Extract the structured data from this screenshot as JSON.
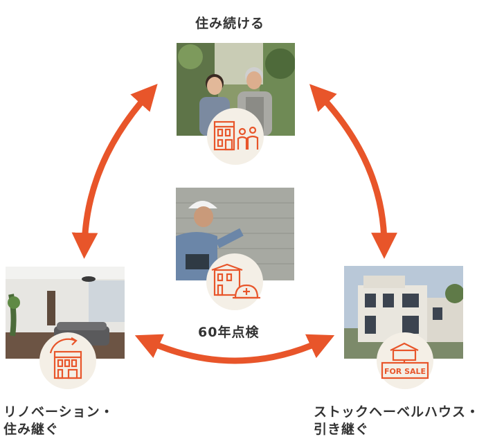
{
  "nodes": {
    "top": {
      "label": "住み続ける"
    },
    "center": {
      "label": "60年点検"
    },
    "left": {
      "label_line1": "リノベーション・",
      "label_line2": "住み継ぐ"
    },
    "right": {
      "label_line1": "ストックヘーベルハウス・",
      "label_line2": "引き継ぐ"
    }
  },
  "badges": {
    "right_sign": "FOR SALE"
  },
  "icons": {
    "top": "house-and-couple-icon",
    "center": "house-and-inspector-helmet-icon",
    "left": "house-renovation-cycle-icon",
    "right": "house-for-sale-sign-icon"
  },
  "colors": {
    "accent": "#e8552a",
    "text": "#333333",
    "badge_bg": "#f4efe6"
  }
}
